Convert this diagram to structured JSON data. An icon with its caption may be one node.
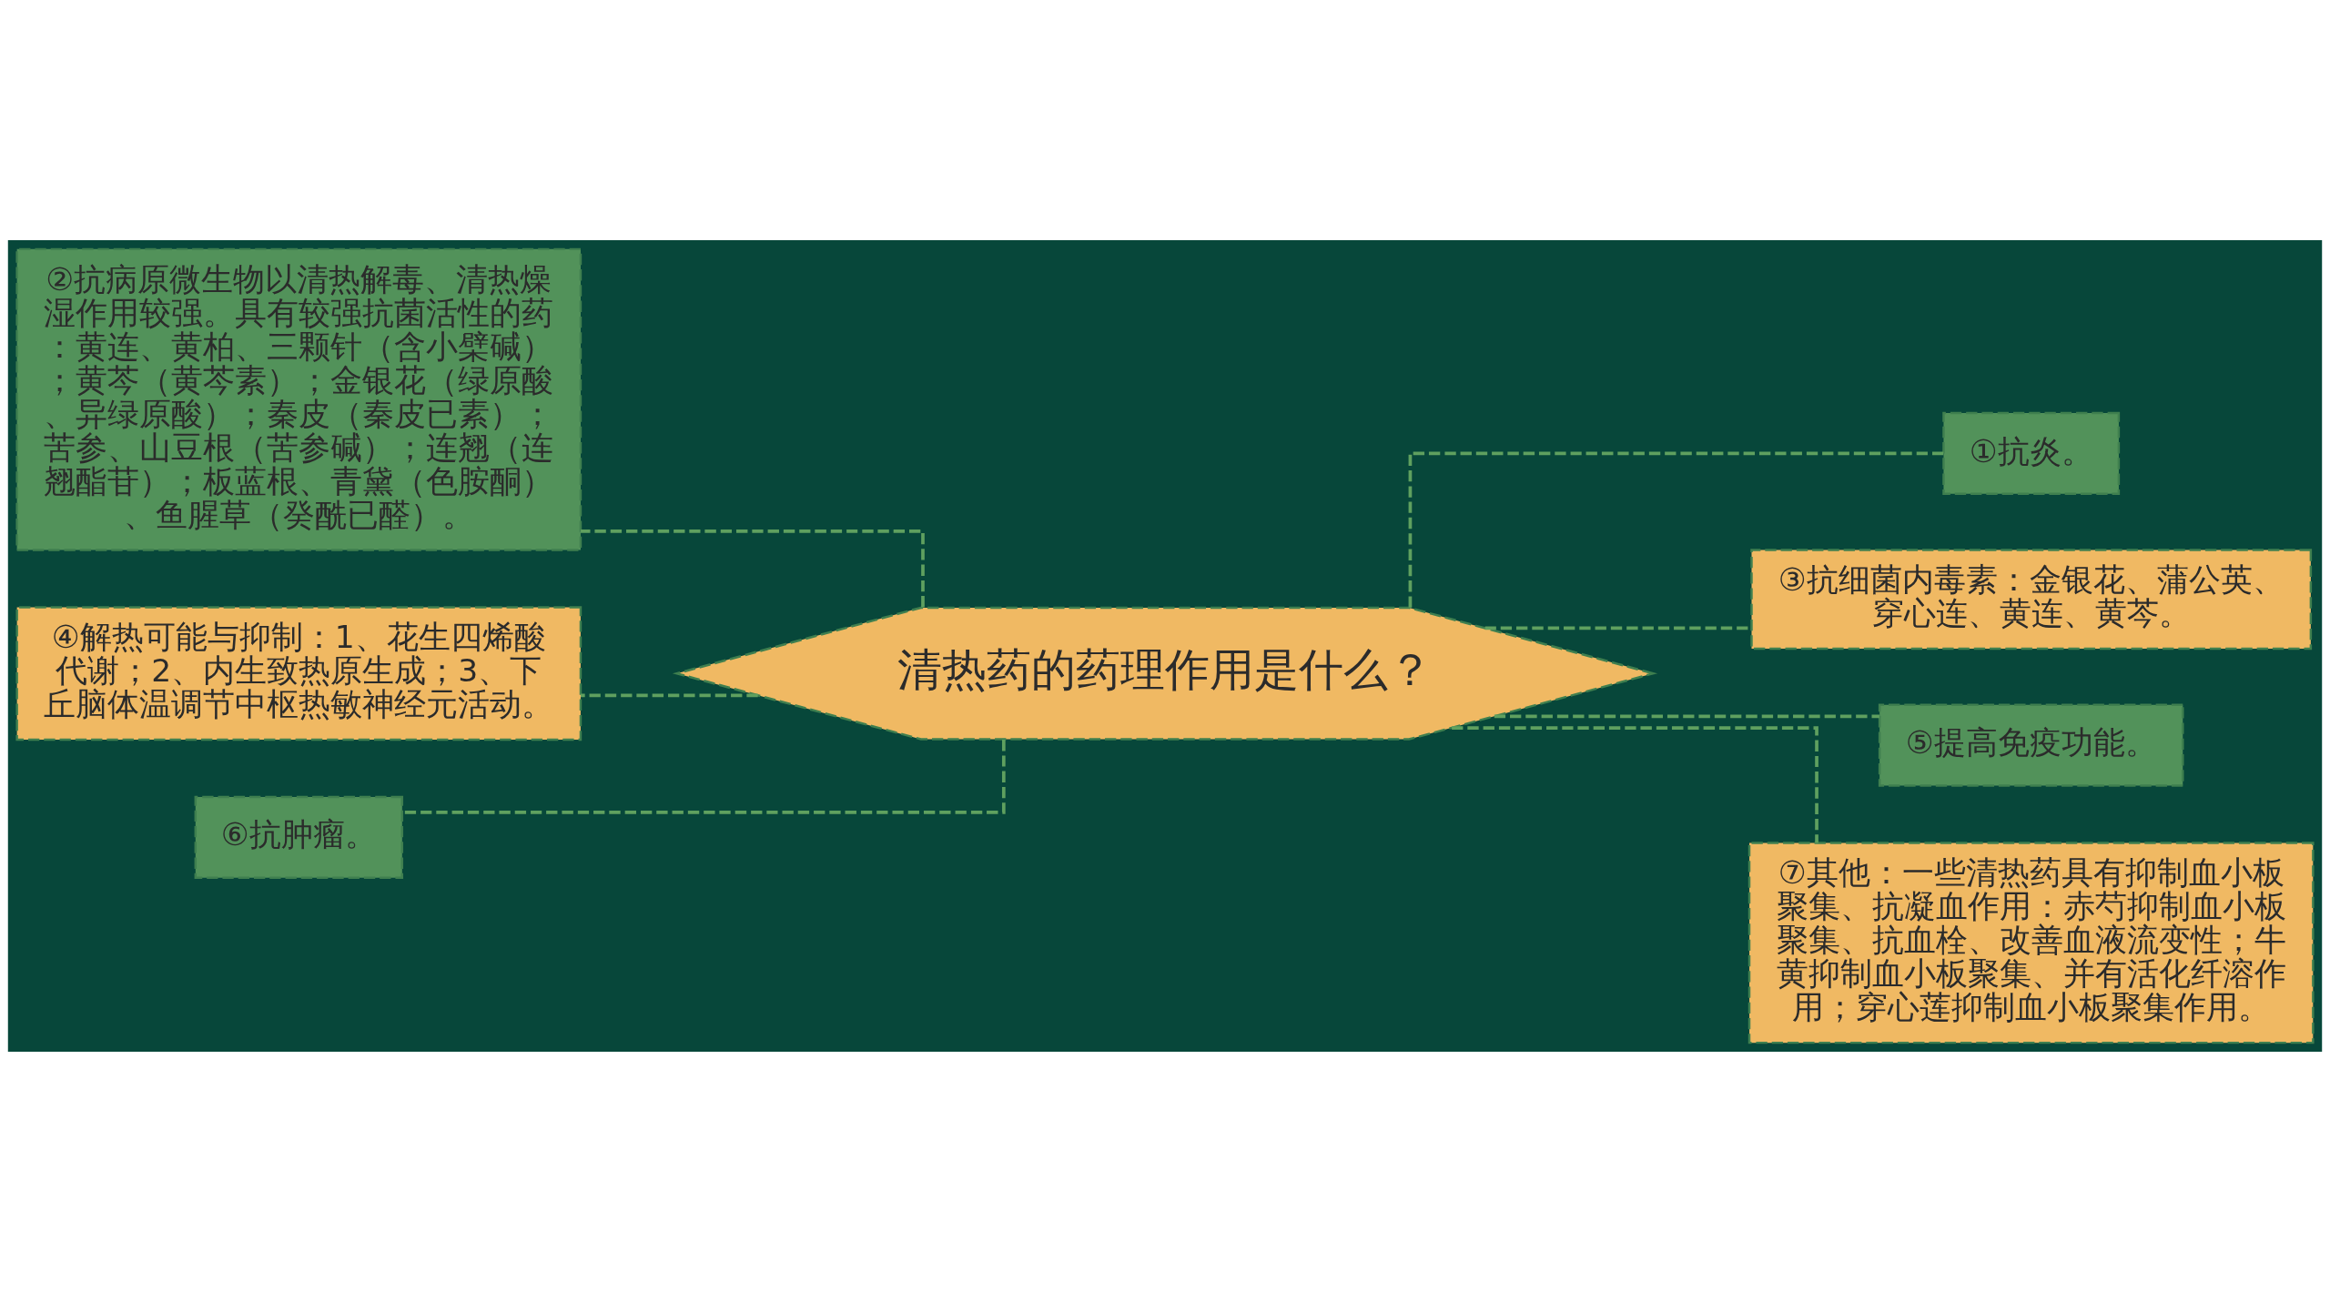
{
  "diagram": {
    "nodes": [
      {
        "text": [
          "清热药的药理作用是什么？"
        ]
      },
      {
        "text": [
          "②抗病原微生物以清热解毒、清热燥湿作用较强。具有较强抗菌活性的药：黄连、黄柏、三颗针（含小檗碱）；黄芩（黄芩素）；金银花（绿原酸、异绿原酸）；秦皮（秦皮已素）；苦参、山豆根（苦参碱）；连翘（连翘酯苷）；板蓝根、青黛（色胺酮）、鱼腥草（癸酰已醛）。"
        ]
      },
      {
        "text": [
          "④解热可能与抑制：1、花生四烯酸代谢；2、内生致热原生成；3、下丘脑体温调节中枢热敏神经元活动。"
        ]
      },
      {
        "text": [
          "⑥抗肿瘤。"
        ]
      },
      {
        "text": [
          "①抗炎。"
        ]
      },
      {
        "text": [
          "③抗细菌内毒素：金银花、蒲公英、穿心连、黄连、黄芩。"
        ]
      },
      {
        "text": [
          "⑤提高免疫功能。"
        ]
      },
      {
        "text": [
          "⑦其他：一些清热药具有抑制血小板聚集、抗凝血作用：赤芍抑制血小板聚集、抗血栓、改善血液流变性；牛黄抑制血小板聚集、并有活化纤溶作用；穿心莲抑制血小板聚集作用。"
        ]
      }
    ],
    "edges": [
      {
        "from": 0,
        "to": 1,
        "arrow": "none",
        "style": "dashed"
      },
      {
        "from": 0,
        "to": 2,
        "arrow": "none",
        "style": "dashed"
      },
      {
        "from": 0,
        "to": 3,
        "arrow": "none",
        "style": "dashed"
      },
      {
        "from": 0,
        "to": 4,
        "arrow": "none",
        "style": "dashed"
      },
      {
        "from": 0,
        "to": 5,
        "arrow": "none",
        "style": "dashed"
      },
      {
        "from": 0,
        "to": 6,
        "arrow": "none",
        "style": "dashed"
      },
      {
        "from": 0,
        "to": 7,
        "arrow": "none",
        "style": "dashed"
      }
    ]
  }
}
